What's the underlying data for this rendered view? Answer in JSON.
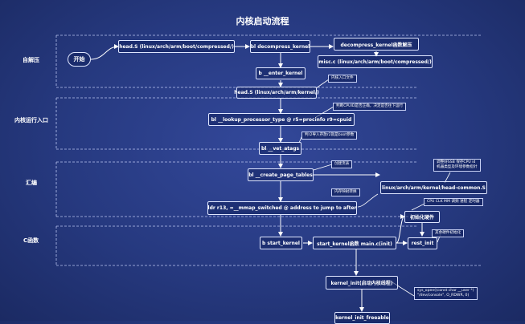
{
  "title": "内核启动流程",
  "sections": {
    "decompress": "自解压",
    "kernel_entry": "内核运行入口",
    "assembly": "汇编",
    "c_function": "C函数"
  },
  "nodes": {
    "start": "开始",
    "head_compressed": "head.S (linux/arch/arm/boot/compressed/)",
    "bl_decompress_kernel": "bl decompress_kernel",
    "decompress_kernel_func": "decompress_kernel函数解压",
    "misc_c": "misc.c (linux/arch/arm/boot/compressed/)",
    "b_enter_kernel": "b __enter_kernel",
    "head_kernel": "head.S (linux/arch/arm/kernel/)",
    "bl_lookup_processor_type": "bl __lookup_processor_type  @ r5=procinfo r9=cpuid",
    "bl_vet_atags": "bl __vet_atags",
    "bl_create_page_tables": "bl __create_page_tables",
    "head_common": "linux/arch/arm/kernel/head-common.S",
    "ldr_mmap_switched": "ldr r13, =__mmap_switched  @ address to jump to after",
    "init_hardware": "初始化硬件",
    "b_start_kernel": "b start_kernel",
    "start_kernel_main": "start_kernel函数 main.c(init)",
    "rest_init": "rest_init",
    "kernel_init": "kernel_init(启动内核线程)",
    "kernel_init_freeable": "kernel_init_freeable"
  },
  "notes": {
    "kernel_entry_file": "内核入口文件",
    "check_cpuid": "判断CPUID是否正确，决定是否往下运行",
    "check_r2": "判r2导入存放r2就是boot参数",
    "create_page_table": "创建页表",
    "head_common_note": "调整好SSB 保存CPU id\n机器类型及环境参数指针",
    "memory_map": "内存映射转换",
    "hw_note": "CPU CLK MM 调频 进程 定时器",
    "other_hw_init": "其余硬件初始化",
    "sys_open": "sys_open((const char __user *)\n\"/dev/console\", O_RDWR, 0)"
  },
  "colors": {
    "background": "#26397f",
    "line": "#ffffff",
    "dashed": "#b9c4ef"
  }
}
